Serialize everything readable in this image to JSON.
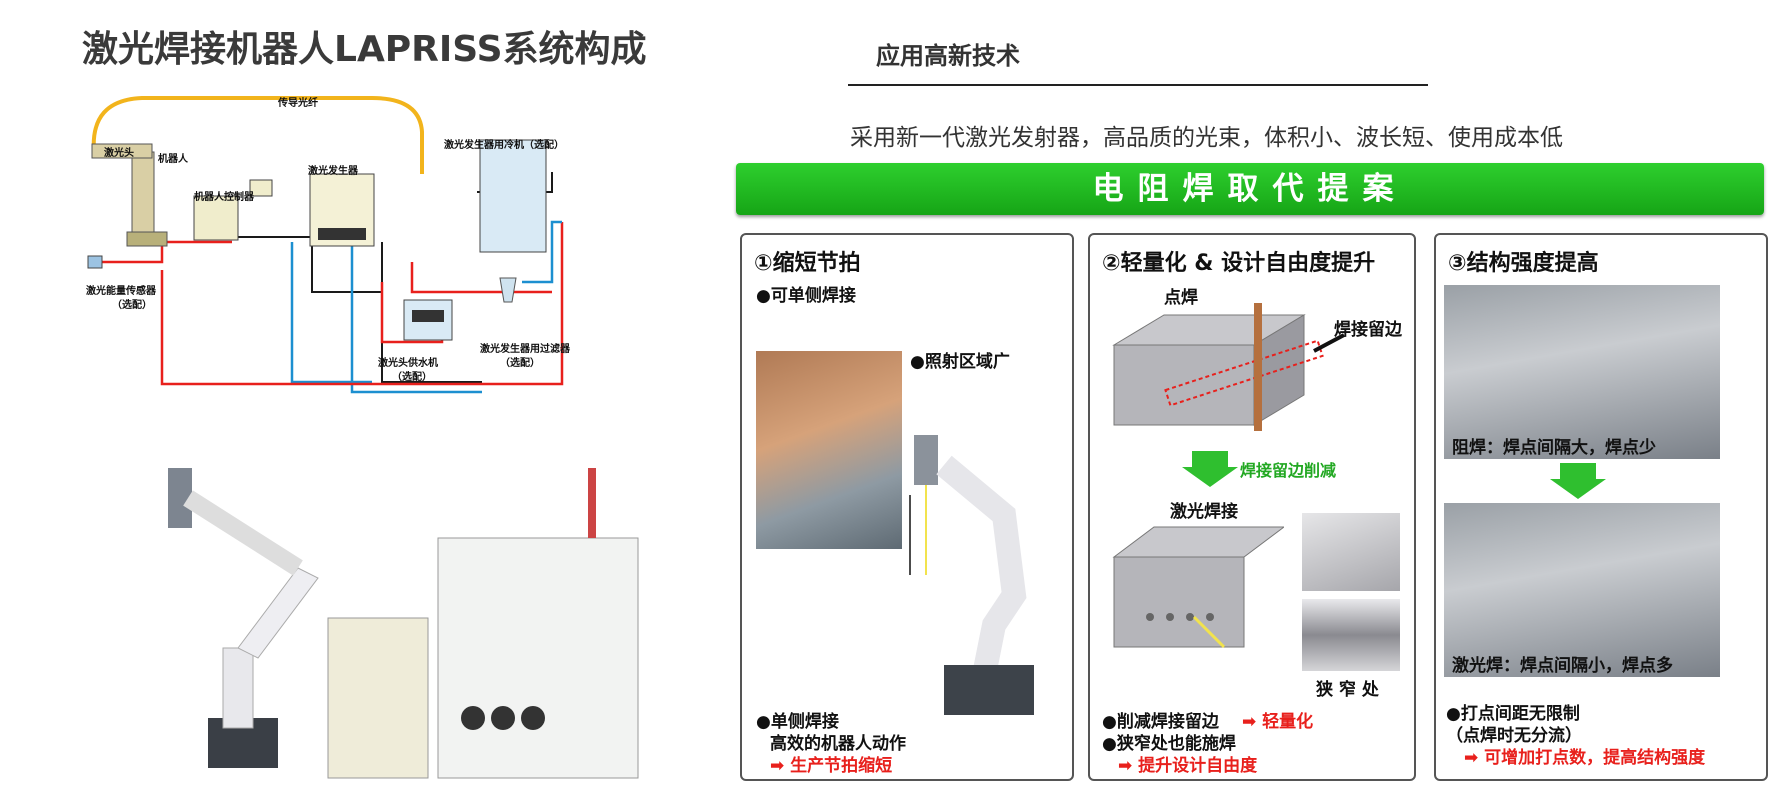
{
  "title": "激光焊接机器人LAPRISS系统构成",
  "section": {
    "heading": "应用高新技术",
    "description": "采用新一代激光发射器，高品质的光束，体积小、波长短、使用成本低"
  },
  "banner": "电阻焊取代提案",
  "diagram": {
    "labels": {
      "fiber": "传导光纤",
      "laser_head": "激光头",
      "robot": "机器人",
      "controller": "机器人控制器",
      "laser_generator": "激光发生器",
      "chiller": "激光发生器用冷机（选配）",
      "sensor": "激光能量传感器",
      "sensor_opt": "（选配）",
      "filter": "激光发生器用过滤器",
      "filter_opt": "（选配）",
      "water_supply": "激光头供水机",
      "water_opt": "（选配）"
    }
  },
  "panels": [
    {
      "title": "①缩短节拍",
      "bullet1": "●可单侧焊接",
      "bullet2": "●照射区域广",
      "bullet3": "●单侧焊接",
      "line3": "高效的机器人动作",
      "arrow_text": "➡  生产节拍缩短"
    },
    {
      "title": "②轻量化 & 设计自由度提升",
      "spot_weld": "点焊",
      "weld_margin": "焊接留边",
      "margin_cut": "焊接留边削减",
      "laser_weld": "激光焊接",
      "narrow": "狭 窄 处",
      "bullet1": "●削减焊接留边",
      "bullet1_red": "➡  轻量化",
      "bullet2": "●狭窄处也能施焊",
      "bullet2_red": "➡  提升设计自由度"
    },
    {
      "title": "③结构强度提高",
      "resist_caption": "阻焊：焊点间隔大，焊点少",
      "laser_caption": "激光焊：焊点间隔小，焊点多",
      "bullet1": "●打点间距无限制",
      "line2": "（点焊时无分流）",
      "red": "➡  可增加打点数，提高结构强度"
    }
  ],
  "colors": {
    "banner_green": "#1fb81f",
    "accent_red": "#e8201c",
    "fiber_yellow": "#f2b41c"
  }
}
